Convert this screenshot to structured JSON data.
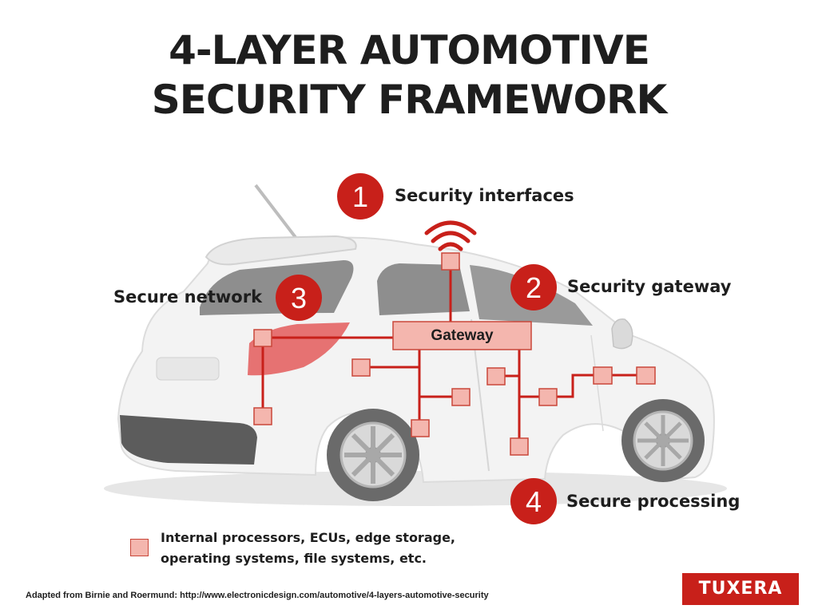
{
  "title": {
    "line1": "4-LAYER AUTOMOTIVE",
    "line2": "SECURITY FRAMEWORK"
  },
  "layers": [
    {
      "number": "1",
      "label": "Security interfaces"
    },
    {
      "number": "2",
      "label": "Security gateway"
    },
    {
      "number": "3",
      "label": "Secure network"
    },
    {
      "number": "4",
      "label": "Secure processing"
    }
  ],
  "gateway": {
    "label": "Gateway"
  },
  "legend": {
    "line1": "Internal processors, ECUs, edge storage,",
    "line2": "operating systems, file systems, etc."
  },
  "source": "Adapted from Birnie and Roermund: http://www.electronicdesign.com/automotive/4-layers-automotive-security",
  "brand": {
    "name": "TUXERA"
  },
  "colors": {
    "accent": "#c8201a",
    "node_fill": "#f4b6ae",
    "node_border": "#c9473a",
    "car_body": "#f2f2f2",
    "text": "#1e1e1e"
  }
}
